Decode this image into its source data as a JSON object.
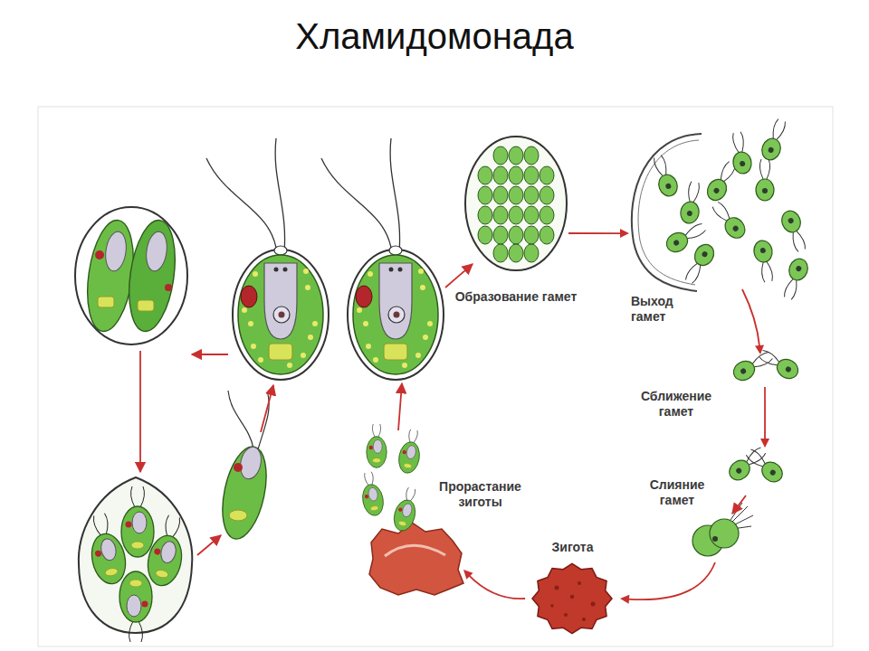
{
  "diagram": {
    "title": "Хламидомонада",
    "nodes": [
      {
        "text": [
          "Образование гамет"
        ]
      },
      {
        "text": [
          "Выход гамет"
        ]
      },
      {
        "text": [
          "Сближение гамет"
        ]
      },
      {
        "text": [
          "Слияние гамет"
        ]
      },
      {
        "text": [
          "Зигота"
        ]
      },
      {
        "text": [
          "Прорастание зиготы"
        ]
      }
    ],
    "edges": [
      {
        "from": 0,
        "to": 1,
        "arrow": "to"
      },
      {
        "from": 1,
        "to": 2,
        "arrow": "to"
      },
      {
        "from": 2,
        "to": 3,
        "arrow": "to"
      },
      {
        "from": 3,
        "to": 4,
        "arrow": "to"
      },
      {
        "from": 4,
        "to": 5,
        "arrow": "to"
      }
    ]
  }
}
